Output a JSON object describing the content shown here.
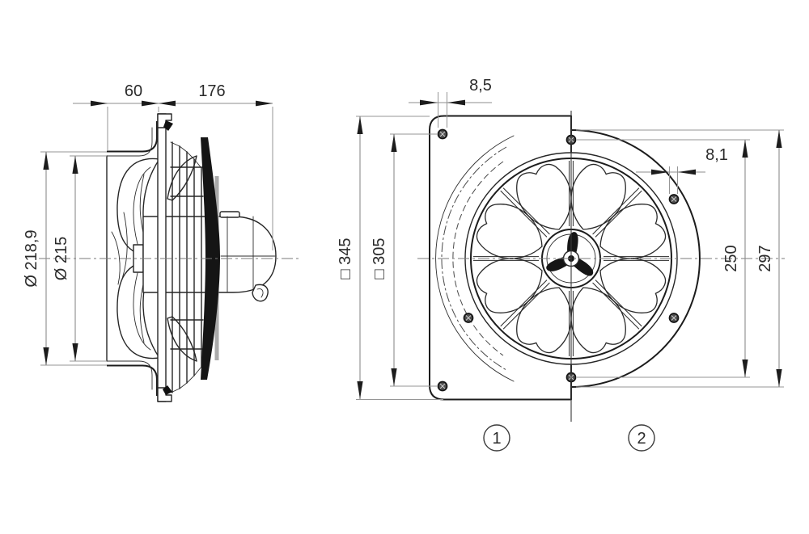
{
  "drawing_type": "fan-technical-dimension-drawing",
  "colors": {
    "object_line": "#1c1c1c",
    "dimension_line": "#8c8c8c",
    "text": "#2b2b2b",
    "background": "#ffffff"
  },
  "side_view_dimensions": {
    "duct_depth": "60",
    "overall_depth": "176",
    "outer_diameter": "Ø 218,9",
    "impeller_diameter": "Ø 215"
  },
  "front_view_dimensions": {
    "plate_hole_diameter": "8,5",
    "flange_hole_diameter": "8,1",
    "plate_size": "□ 345",
    "plate_hole_spacing": "□ 305",
    "bolt_circle_diameter": "250",
    "flange_diameter": "297"
  },
  "variant_labels": {
    "square_plate_variant": "1",
    "round_flange_variant": "2"
  }
}
